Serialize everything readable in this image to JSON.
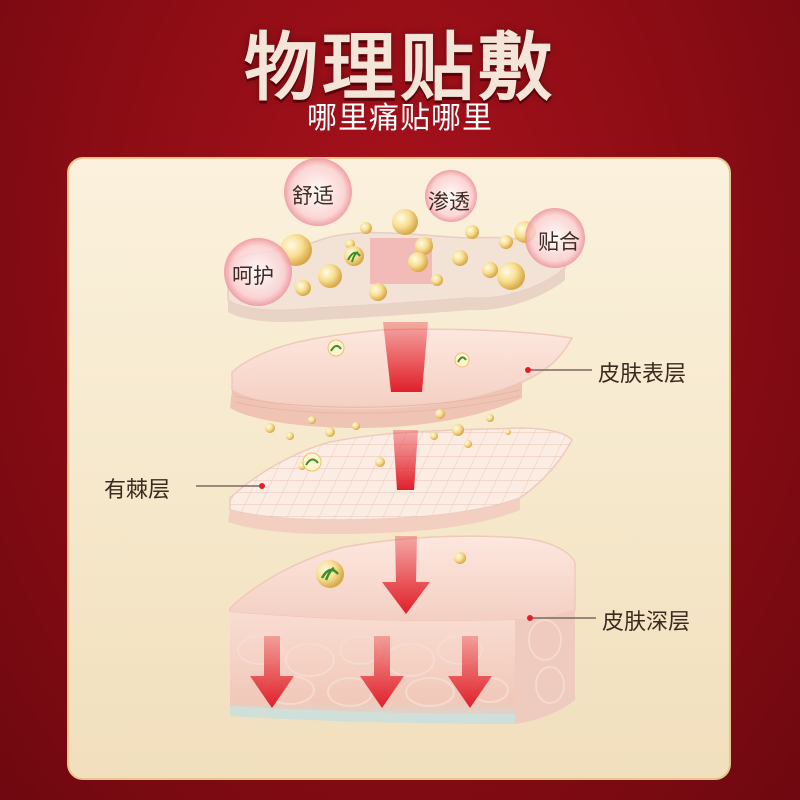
{
  "header": {
    "title": "物理贴敷",
    "subtitle": "哪里痛贴哪里"
  },
  "bubbles": {
    "shushi": "舒适",
    "shentou": "渗透",
    "tiehe": "贴合",
    "hehu": "呵护"
  },
  "layers": {
    "epidermis": "皮肤表层",
    "spinous": "有棘层",
    "dermis": "皮肤深层"
  },
  "colors": {
    "background": "#8a0c14",
    "panel": "#fbf1dd",
    "arrow": "#e3202b",
    "skin": "#f7d9cd"
  }
}
